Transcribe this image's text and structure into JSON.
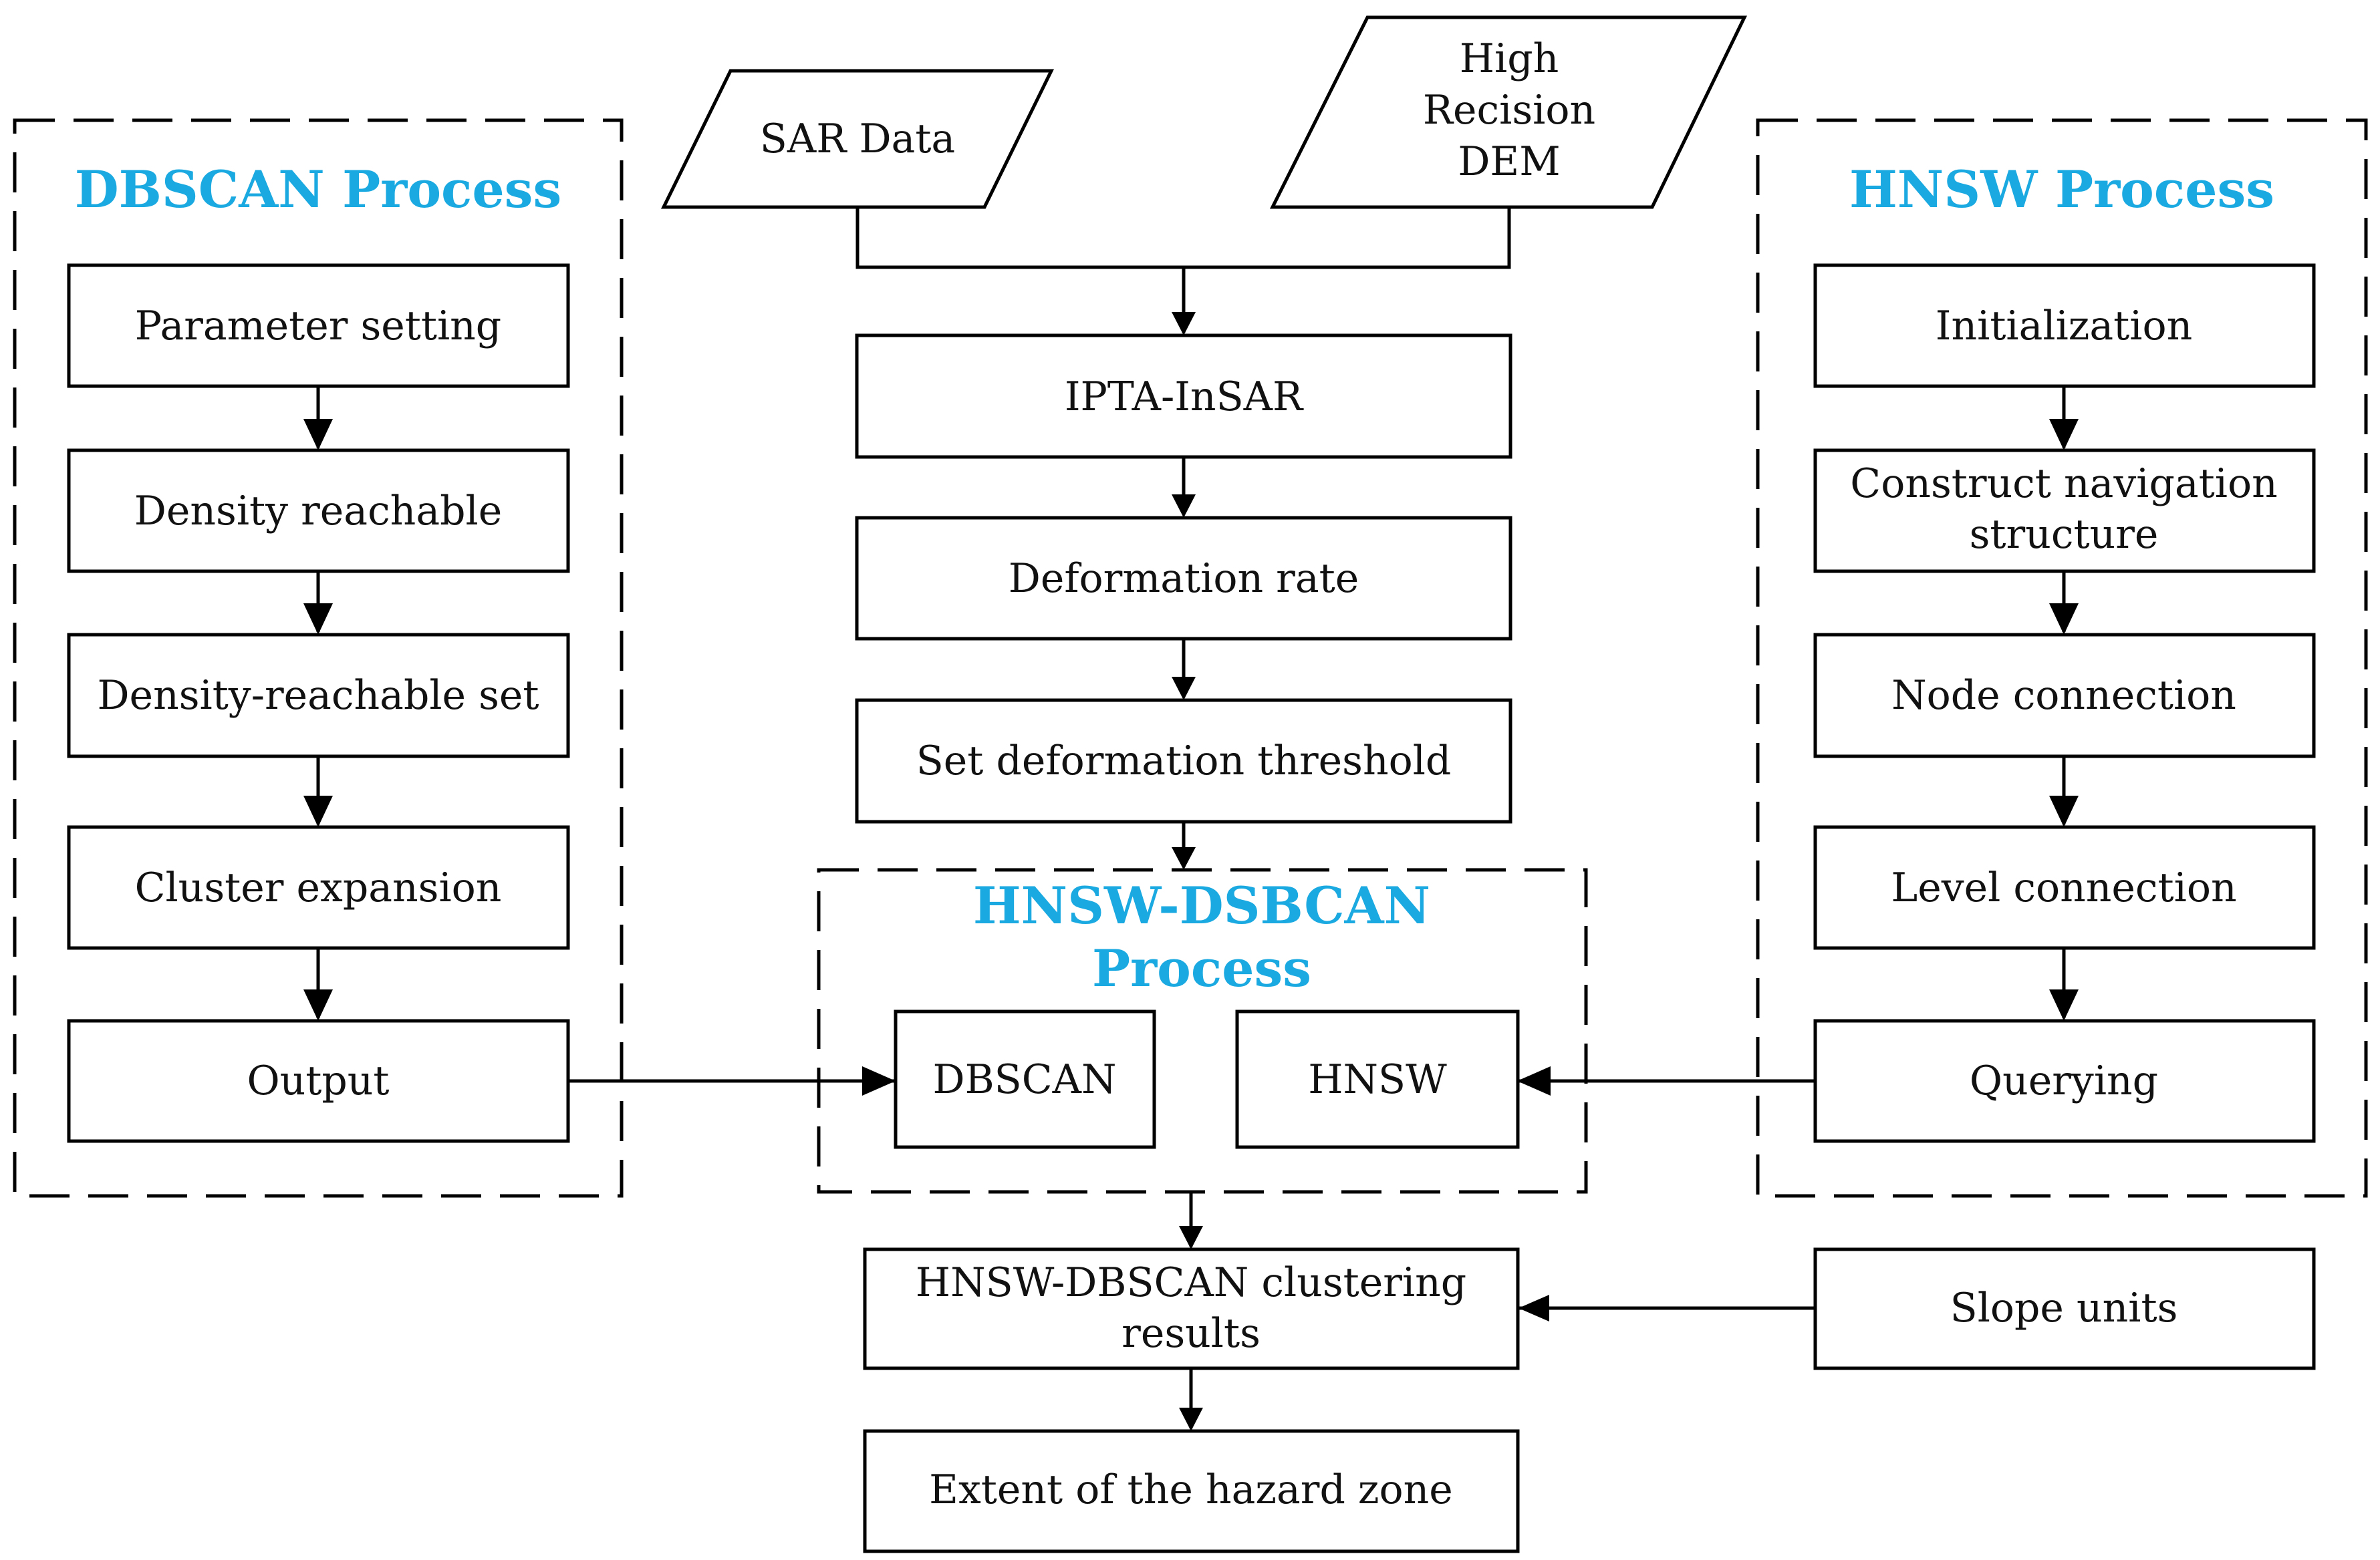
{
  "colors": {
    "group_title": "#1aa9e0",
    "stroke": "#000000",
    "text": "#111111"
  },
  "groups": {
    "dbscan": {
      "title": "DBSCAN Process"
    },
    "hnsw": {
      "title": "HNSW Process"
    },
    "hybrid": {
      "title_line1": "HNSW-DSBCAN",
      "title_line2": "Process"
    }
  },
  "inputs": {
    "sar": "SAR Data",
    "dem_line1": "High",
    "dem_line2": "Recision",
    "dem_line3": "DEM"
  },
  "center": {
    "ipta": "IPTA-InSAR",
    "deformation_rate": "Deformation rate",
    "threshold": "Set deformation threshold",
    "dbscan": "DBSCAN",
    "hnsw": "HNSW",
    "results_line1": "HNSW-DBSCAN clustering",
    "results_line2": "results",
    "hazard": "Extent of the hazard zone"
  },
  "dbscan_steps": {
    "s1": "Parameter setting",
    "s2": "Density reachable",
    "s3": "Density-reachable set",
    "s4": "Cluster expansion",
    "s5": "Output"
  },
  "hnsw_steps": {
    "s1": "Initialization",
    "s2_line1": "Construct navigation",
    "s2_line2": "structure",
    "s3": "Node connection",
    "s4": "Level connection",
    "s5": "Querying"
  },
  "slope_units": "Slope units"
}
